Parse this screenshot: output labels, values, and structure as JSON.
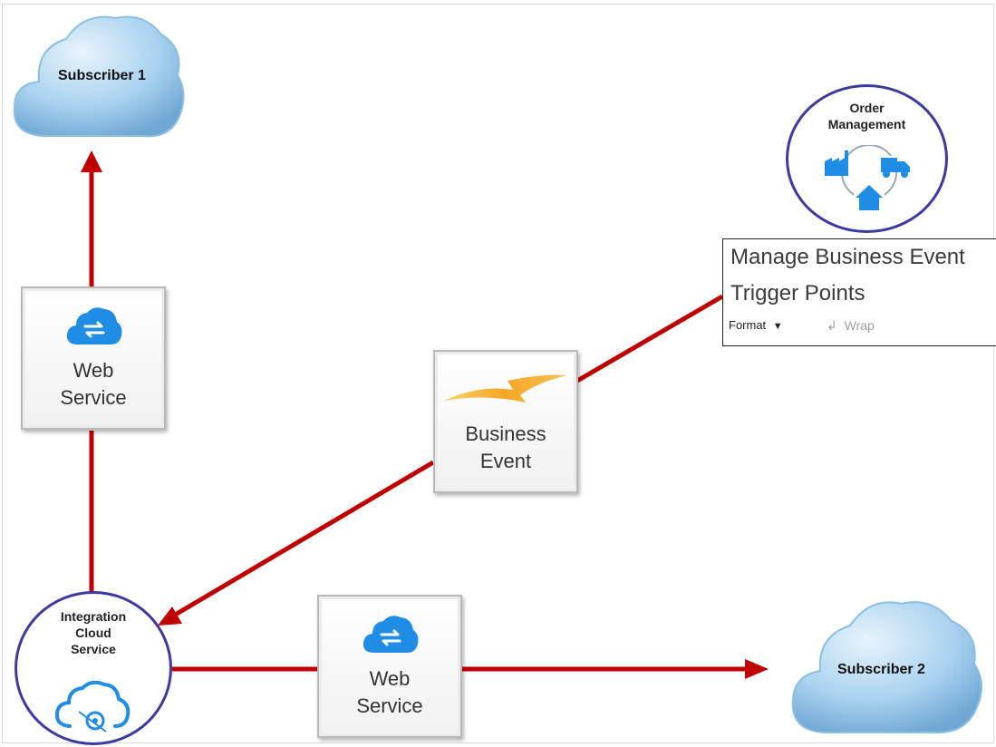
{
  "nodes": {
    "subscriber_1": "Subscriber 1",
    "subscriber_2": "Subscriber 2",
    "order_management": [
      "Order",
      "Management"
    ],
    "integration_cloud_service": [
      "Integration",
      "Cloud",
      "Service"
    ],
    "web_service_top": [
      "Web",
      "Service"
    ],
    "web_service_bottom": [
      "Web",
      "Service"
    ],
    "business_event": [
      "Business",
      "Event"
    ]
  },
  "panel": {
    "line1": "Manage Business Event",
    "line2": "Trigger Points",
    "format_label": "Format",
    "wrap_label": "Wrap"
  },
  "colors": {
    "connector": "#c00000",
    "circle_border": "#3c3aa0",
    "icon_blue": "#1f8ce6",
    "cloud_blue": "#a9d2ef",
    "lightning": "#f5a623"
  },
  "icons": {
    "web_service": "cloud-exchange-icon",
    "business_event": "lightning-icon",
    "order_management": "factory-truck-house-cycle-icon",
    "integration": "cloud-gear-icon",
    "format_dropdown": "caret-down-icon",
    "wrap": "wrap-arrow-icon"
  }
}
